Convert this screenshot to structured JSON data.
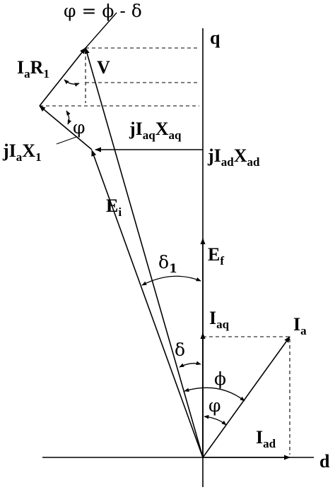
{
  "labels": {
    "angle_relation": "φ = ϕ - δ",
    "q_axis": "q",
    "d_axis": "d",
    "v_phasor": "V",
    "ia_r1_base": "I",
    "ia_r1_sub": "a",
    "ia_r1_mid": "R",
    "ia_r1_sub2": "1",
    "phi_upper": "φ",
    "jiaqxaq_j": "jI",
    "jiaqxaq_sub": "aq",
    "jiaqxaq_x": "X",
    "jiaqxaq_sub2": "aq",
    "jiax1_j": "jI",
    "jiax1_sub": "a",
    "jiax1_x": "X",
    "jiax1_sub2": "1",
    "jiadxad_j": "jI",
    "jiadxad_sub": "ad",
    "jiadxad_x": "X",
    "jiadxad_sub2": "ad",
    "ei_base": "E",
    "ei_sub": "i",
    "delta1_base": "δ",
    "delta1_sub": "1",
    "ef_base": "E",
    "ef_sub": "f",
    "iaq_base": "I",
    "iaq_sub": "aq",
    "ia_base": "I",
    "ia_sub": "a",
    "delta": "δ",
    "phi_lower": "ϕ",
    "varphi_lower": "φ",
    "iad_base": "I",
    "iad_sub": "ad"
  }
}
